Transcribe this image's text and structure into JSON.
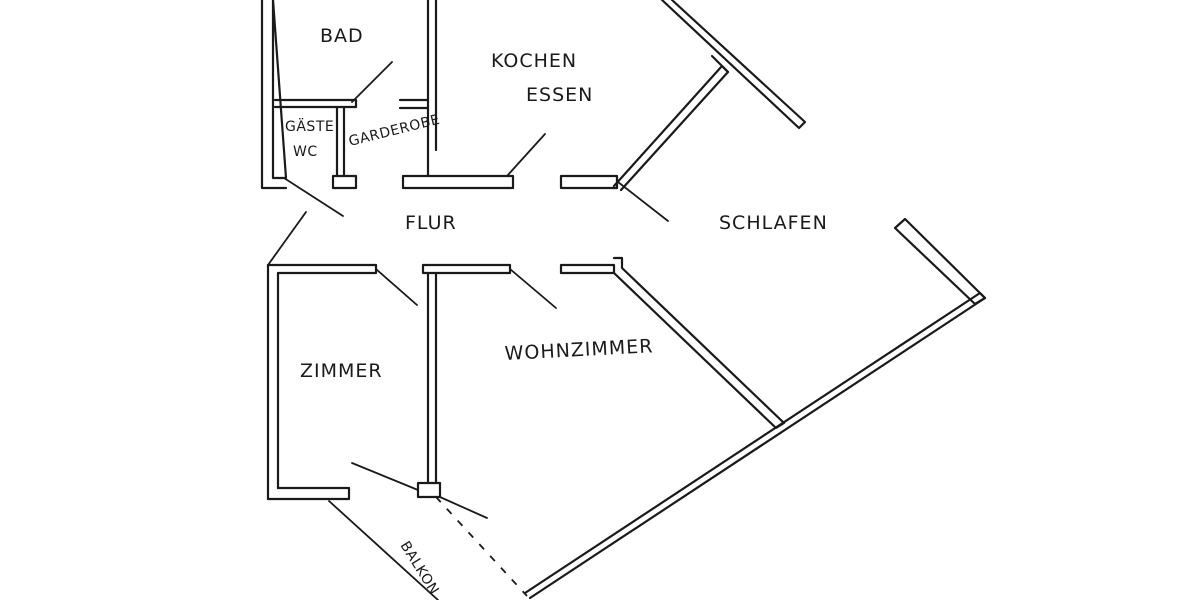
{
  "rooms": {
    "bad": "BAD",
    "kochen": "KOCHEN",
    "essen": "ESSEN",
    "gaeste": "GÄSTE",
    "wc": "WC",
    "garderobe": "GARDEROBE",
    "flur": "FLUR",
    "schlafen": "SCHLAFEN",
    "zimmer": "ZIMMER",
    "wohnzimmer": "WOHNZIMMER",
    "balkon": "BALKON"
  }
}
